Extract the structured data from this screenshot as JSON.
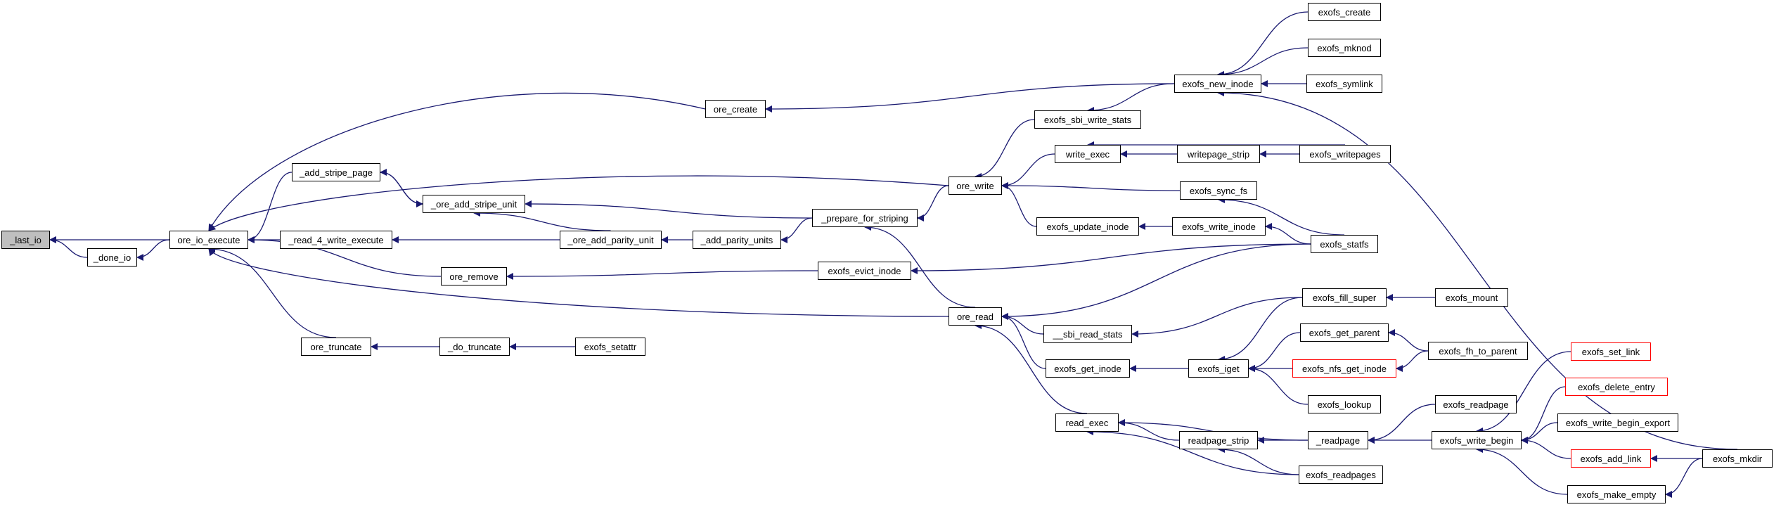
{
  "colors": {
    "edge": "#191970",
    "border": "#000000",
    "root_fill": "#bfbfbf",
    "highlight_border": "#ff0000"
  },
  "nodes": {
    "last_io": "_last_io",
    "done_io": "_done_io",
    "ore_io_execute": "ore_io_execute",
    "ore_create": "ore_create",
    "add_stripe_page": "_add_stripe_page",
    "ore_add_stripe_unit": "_ore_add_stripe_unit",
    "read_4_write_execute": "_read_4_write_execute",
    "ore_add_parity_unit": "_ore_add_parity_unit",
    "add_parity_units": "_add_parity_units",
    "prepare_for_striping": "_prepare_for_striping",
    "ore_remove": "ore_remove",
    "ore_truncate": "ore_truncate",
    "do_truncate": "_do_truncate",
    "exofs_setattr": "exofs_setattr",
    "exofs_evict_inode": "exofs_evict_inode",
    "ore_write": "ore_write",
    "ore_read": "ore_read",
    "exofs_sbi_write_stats": "exofs_sbi_write_stats",
    "write_exec": "write_exec",
    "exofs_update_inode": "exofs_update_inode",
    "sbi_read_stats": "__sbi_read_stats",
    "exofs_get_inode": "exofs_get_inode",
    "read_exec": "read_exec",
    "exofs_new_inode": "exofs_new_inode",
    "writepage_strip": "writepage_strip",
    "exofs_sync_fs": "exofs_sync_fs",
    "exofs_write_inode": "exofs_write_inode",
    "exofs_iget": "exofs_iget",
    "readpage_strip": "readpage_strip",
    "readpage": "_readpage",
    "exofs_readpages": "exofs_readpages",
    "exofs_create": "exofs_create",
    "exofs_mknod": "exofs_mknod",
    "exofs_symlink": "exofs_symlink",
    "exofs_writepages": "exofs_writepages",
    "exofs_statfs": "exofs_statfs",
    "exofs_fill_super": "exofs_fill_super",
    "exofs_get_parent": "exofs_get_parent",
    "exofs_nfs_get_inode": "exofs_nfs_get_inode",
    "exofs_lookup": "exofs_lookup",
    "exofs_readpage": "exofs_readpage",
    "exofs_write_begin": "exofs_write_begin",
    "exofs_mount": "exofs_mount",
    "exofs_fh_to_parent": "exofs_fh_to_parent",
    "exofs_set_link": "exofs_set_link",
    "exofs_delete_entry": "exofs_delete_entry",
    "exofs_write_begin_export": "exofs_write_begin_export",
    "exofs_add_link": "exofs_add_link",
    "exofs_make_empty": "exofs_make_empty",
    "exofs_mkdir": "exofs_mkdir"
  }
}
